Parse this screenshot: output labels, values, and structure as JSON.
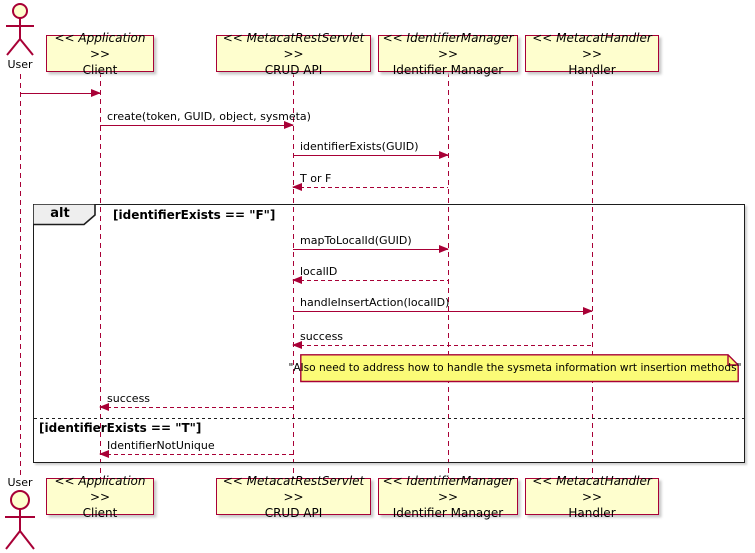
{
  "actors": {
    "top_label": "User",
    "bottom_label": "User"
  },
  "participants": [
    {
      "stereotype": "<< Application >>",
      "name": "Client"
    },
    {
      "stereotype": "<< MetacatRestServlet >>",
      "name": "CRUD API"
    },
    {
      "stereotype": "<< IdentifierManager >>",
      "name": "Identifier Manager"
    },
    {
      "stereotype": "<< MetacatHandler >>",
      "name": "Handler"
    }
  ],
  "messages": [
    {
      "label": "",
      "from": "User",
      "to": "Client",
      "type": "solid"
    },
    {
      "label": "create(token, GUID, object, sysmeta)",
      "from": "Client",
      "to": "CRUD API",
      "type": "solid"
    },
    {
      "label": "identifierExists(GUID)",
      "from": "CRUD API",
      "to": "Identifier Manager",
      "type": "solid"
    },
    {
      "label": "T or F",
      "from": "Identifier Manager",
      "to": "CRUD API",
      "type": "dashed-return"
    },
    {
      "label": "mapToLocalId(GUID)",
      "from": "CRUD API",
      "to": "Identifier Manager",
      "type": "solid"
    },
    {
      "label": "localID",
      "from": "Identifier Manager",
      "to": "CRUD API",
      "type": "dashed-return"
    },
    {
      "label": "handleInsertAction(localID)",
      "from": "CRUD API",
      "to": "Handler",
      "type": "solid"
    },
    {
      "label": "success",
      "from": "Handler",
      "to": "CRUD API",
      "type": "dashed-return"
    },
    {
      "label": "success",
      "from": "CRUD API",
      "to": "Client",
      "type": "dashed-return"
    },
    {
      "label": "IdentifierNotUnique",
      "from": "CRUD API",
      "to": "Client",
      "type": "dashed-return"
    }
  ],
  "alt_frame": {
    "keyword": "alt",
    "conditions": [
      "[identifierExists == \"F\"]",
      "[identifierExists == \"T\"]"
    ]
  },
  "note": {
    "text": "\"Also need to address how to handle the sysmeta information wrt insertion methods\""
  },
  "colors": {
    "accent": "#A80036",
    "participant_fill": "#FEFECE",
    "note_fill": "#FBFB77",
    "operator_fill": "#EEEEEE",
    "frame_border": "#1d1d1d"
  }
}
